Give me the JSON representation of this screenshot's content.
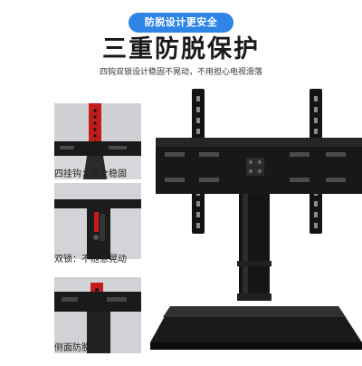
{
  "badge": {
    "label": "防脱设计更安全",
    "color": "#2f85e6"
  },
  "headline": "三重防脱保护",
  "subtitle": "四钩双锁设计稳固不晃动，不用担心电视滑落",
  "features": [
    {
      "caption": "四挂钩：安全稳固",
      "icon": "hook-closeup"
    },
    {
      "caption": "双锁：不随意晃动",
      "icon": "lock-closeup"
    },
    {
      "caption": "侧面防脱挡板",
      "icon": "baffle-closeup"
    }
  ],
  "colors": {
    "accent_red": "#c41c1c",
    "stand_black": "#141414",
    "headline_text": "#1a1a1a"
  }
}
